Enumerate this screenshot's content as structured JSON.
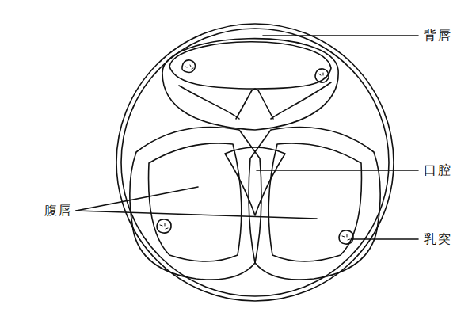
{
  "diagram": {
    "labels": [
      "背唇",
      "口腔",
      "腹唇",
      "乳突"
    ]
  }
}
